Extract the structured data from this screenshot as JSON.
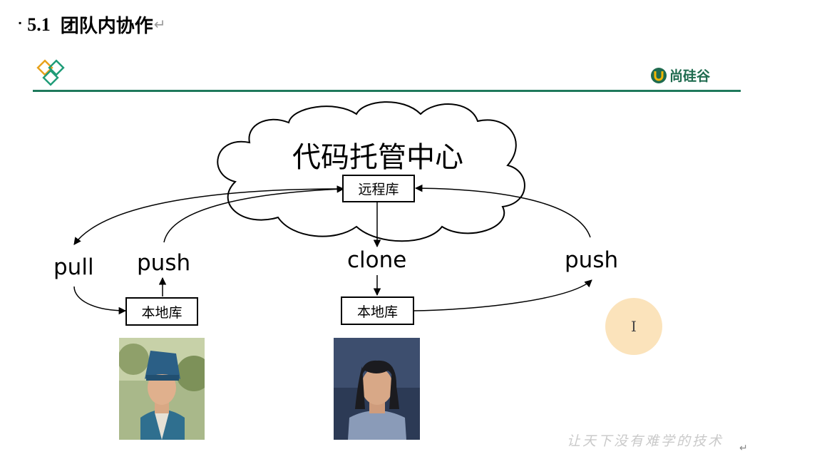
{
  "heading": {
    "bullet": "▪",
    "number": "5.1",
    "title": "团队内协作",
    "para_mark": "↵"
  },
  "brand": {
    "name": "尚硅谷",
    "accent_color": "#1f7a5c",
    "logo_left_colors": [
      "#e8a21c",
      "#1f9c78"
    ]
  },
  "diagram": {
    "cloud_label": "代码托管中心",
    "remote_repo": "远程库",
    "local_repo_left": "本地库",
    "local_repo_right": "本地库",
    "labels": {
      "pull": "pull",
      "push_left": "push",
      "clone": "clone",
      "push_right": "push"
    },
    "photos": [
      "person-left-photo",
      "person-right-photo"
    ]
  },
  "cursor": {
    "glyph": "I",
    "highlight_color": "#fbe3bb"
  },
  "footer": {
    "watermark": "让天下没有难学的技术",
    "para_mark": "↵"
  }
}
